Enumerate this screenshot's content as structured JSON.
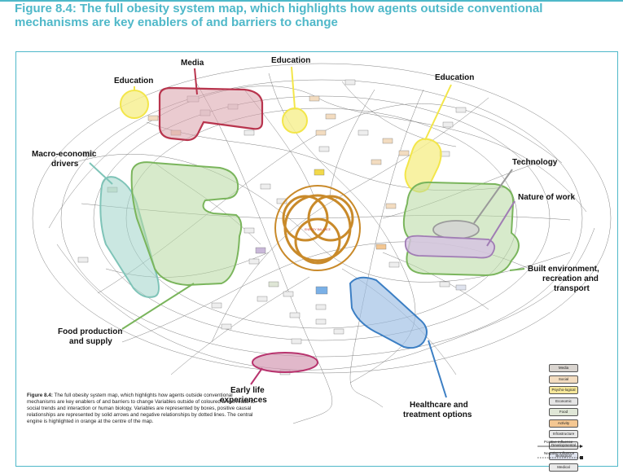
{
  "title": "Figure 8.4: The full obesity system map, which highlights how agents outside conventional mechanisms are key enablers of and barriers to change",
  "callouts": {
    "media": "Media",
    "education_left": "Education",
    "education_center": "Education",
    "education_right": "Education",
    "macro_line1": "Macro-economic",
    "macro_line2": "drivers",
    "technology": "Technology",
    "nature_of_work": "Nature of work",
    "built_line1": "Built environment,",
    "built_line2": "recreation and",
    "built_line3": "transport",
    "food_line1": "Food production",
    "food_line2": "and supply",
    "early_line1": "Early life",
    "early_line2": "experiences",
    "health_line1": "Healthcare and",
    "health_line2": "treatment options"
  },
  "caption": {
    "label": "Figure 8.4:",
    "text": "The full obesity system map, which highlights how agents outside conventional mechanisms are key enablers of and barriers to change Variables outside of coloured areas relate to social trends and interaction or human biology. Variables are represented by boxes, positive causal relationships are represented by solid arrows and negative relationships by dotted lines. The central engine is highlighted in orange at the centre of the map."
  },
  "legend": {
    "items": [
      {
        "label": "Media",
        "color": "#d9d4cf"
      },
      {
        "label": "Social",
        "color": "#f3dcc0"
      },
      {
        "label": "Psycho-logical",
        "color": "#f6e79a"
      },
      {
        "label": "Economic",
        "color": "#e4e4e4"
      },
      {
        "label": "Food",
        "color": "#dfe6d6"
      },
      {
        "label": "Activity",
        "color": "#f4c792"
      },
      {
        "label": "Infrastructure",
        "color": "#e8e8e8"
      },
      {
        "label": "Developmental",
        "color": "#eaeaea"
      },
      {
        "label": "Biological",
        "color": "#dfe3ee"
      },
      {
        "label": "Medical",
        "color": "#e9e9e9"
      }
    ],
    "positive_label": "Positive Influence",
    "negative_label": "Negative Influence"
  },
  "colors": {
    "accent": "#4fb8c9",
    "media": "#b8344d",
    "education": "#f3e64a",
    "macro": "#7fc4b8",
    "food_green": "#7ab55c",
    "built": "#7ab55c",
    "technology": "#9a9a9a",
    "nature_of_work": "#a07cb4",
    "healthcare": "#3c7fc4",
    "early_life": "#b8346e",
    "engine": "#c98a2a"
  }
}
